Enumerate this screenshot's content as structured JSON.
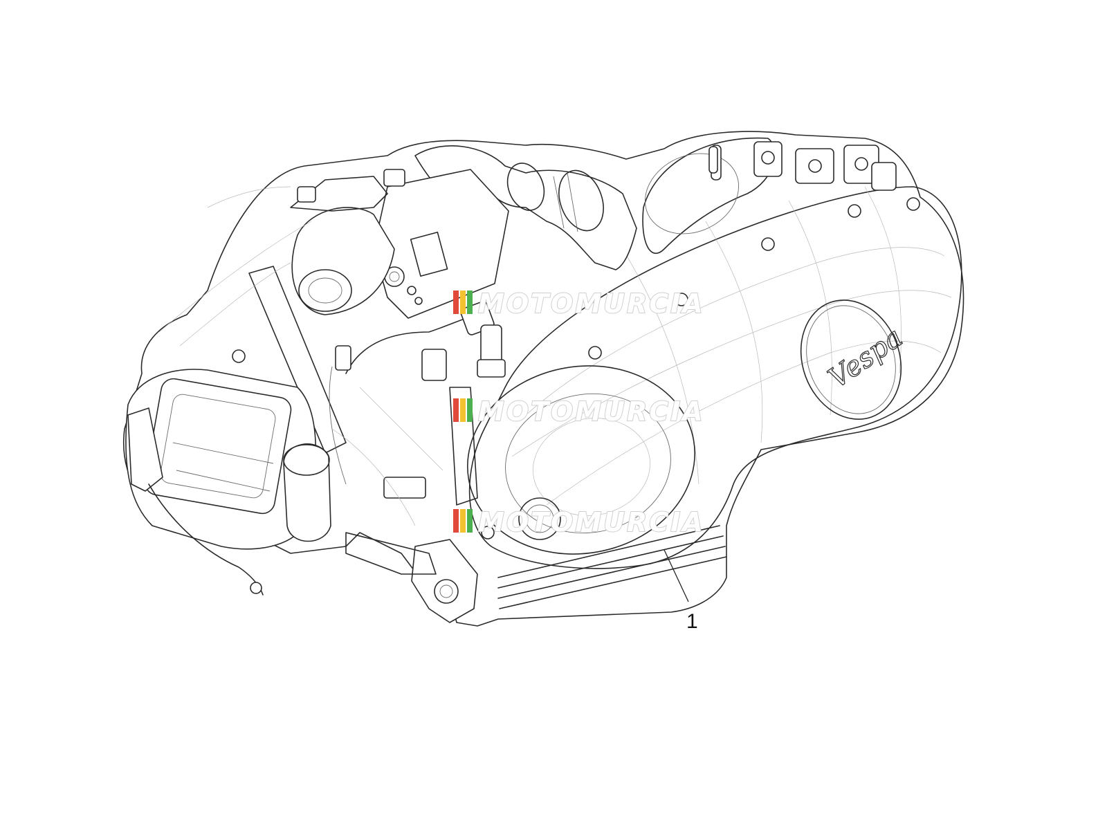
{
  "diagram": {
    "type": "exploded-parts-diagram",
    "subject": "engine-assembly",
    "callouts": [
      {
        "number": "1"
      }
    ],
    "brand_badge_text": "Vespa",
    "watermark_text": "MOTOMURCIA",
    "watermark_count": 3,
    "colors": {
      "line": "#2a2a2a",
      "background": "#ffffff",
      "watermark_red": "#e04a3a",
      "watermark_yellow": "#f2c230",
      "watermark_green": "#4caf50"
    }
  }
}
